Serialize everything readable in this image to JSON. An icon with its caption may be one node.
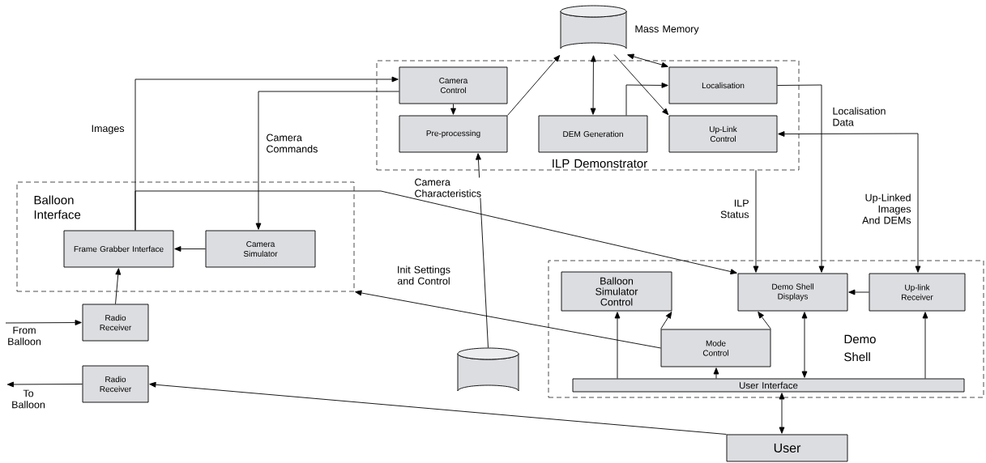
{
  "diagram": {
    "nodes": [
      {
        "text": [],
        "shape": "cylinder",
        "beside": [
          "Mass Memory"
        ]
      },
      {
        "text": [
          "ILP Demonstrator"
        ]
      },
      {
        "text": [
          "Camera Control"
        ],
        "in": 1
      },
      {
        "text": [
          "Pre-processing"
        ],
        "in": 1
      },
      {
        "text": [
          "DEM Generation"
        ],
        "in": 1
      },
      {
        "text": [
          "Localisation"
        ],
        "in": 1
      },
      {
        "text": [
          "Up-Link Control"
        ],
        "in": 1
      },
      {
        "text": [
          "Balloon Interface"
        ]
      },
      {
        "text": [
          "Frame Grabber Interface"
        ],
        "in": 7
      },
      {
        "text": [
          "Camera Simulator"
        ],
        "in": 7
      },
      {
        "text": [
          "Radio Receiver"
        ]
      },
      {
        "text": [
          "Radio Receiver"
        ]
      },
      {
        "text": [],
        "shape": "cylinder"
      },
      {
        "text": [
          "Demo Shell"
        ]
      },
      {
        "text": [
          "Balloon Simulator Control"
        ],
        "in": 13
      },
      {
        "text": [
          "Demo Shell Displays"
        ],
        "in": 13
      },
      {
        "text": [
          "Up-link Receiver"
        ],
        "in": 13
      },
      {
        "text": [
          "Mode Control"
        ],
        "in": 13
      },
      {
        "text": [
          "User Interface"
        ],
        "in": 13
      },
      {
        "text": [
          "User"
        ]
      }
    ],
    "edges": [
      {
        "from": 8,
        "to": 2,
        "arrow": "to",
        "label": "Images"
      },
      {
        "from": 2,
        "to": 9,
        "arrow": "to",
        "label": "Camera Commands"
      },
      {
        "from": 8,
        "to": 15,
        "arrow": "to"
      },
      {
        "from": 2,
        "to": 3,
        "arrow": "to"
      },
      {
        "from": 3,
        "to": 0,
        "arrow": "to"
      },
      {
        "from": 4,
        "to": 0,
        "arrow": "both"
      },
      {
        "from": 0,
        "to": 5,
        "arrow": "both"
      },
      {
        "from": 0,
        "to": 6,
        "arrow": "to"
      },
      {
        "from": 4,
        "to": 5,
        "arrow": "to"
      },
      {
        "from": 5,
        "to": 15,
        "arrow": "to",
        "label": "Localisation Data"
      },
      {
        "from": 1,
        "to": 15,
        "arrow": "to",
        "label": "ILP Status"
      },
      {
        "from": 16,
        "to": 6,
        "arrow": "both",
        "label": "Up-Linked Images And DEMs"
      },
      {
        "from": 9,
        "to": 8,
        "arrow": "to"
      },
      {
        "from": 10,
        "to": 8,
        "arrow": "to"
      },
      {
        "from": null,
        "to": 10,
        "arrow": "to",
        "label": "From Balloon"
      },
      {
        "from": 11,
        "to": null,
        "arrow": "to",
        "label": "To Balloon"
      },
      {
        "from": 19,
        "to": 11,
        "arrow": "to"
      },
      {
        "from": 17,
        "to": 7,
        "arrow": "to",
        "label": "Init Settings and Control"
      },
      {
        "from": 12,
        "to": 3,
        "arrow": "to",
        "label": "Camera Characteristics"
      },
      {
        "from": 16,
        "to": 15,
        "arrow": "to"
      },
      {
        "from": 17,
        "to": 14,
        "arrow": "to"
      },
      {
        "from": 17,
        "to": 15,
        "arrow": "to"
      },
      {
        "from": 18,
        "to": 14,
        "arrow": "to"
      },
      {
        "from": 18,
        "to": 17,
        "arrow": "to"
      },
      {
        "from": 18,
        "to": 15,
        "arrow": "both"
      },
      {
        "from": 18,
        "to": 16,
        "arrow": "to"
      },
      {
        "from": 19,
        "to": 18,
        "arrow": "both"
      }
    ]
  }
}
